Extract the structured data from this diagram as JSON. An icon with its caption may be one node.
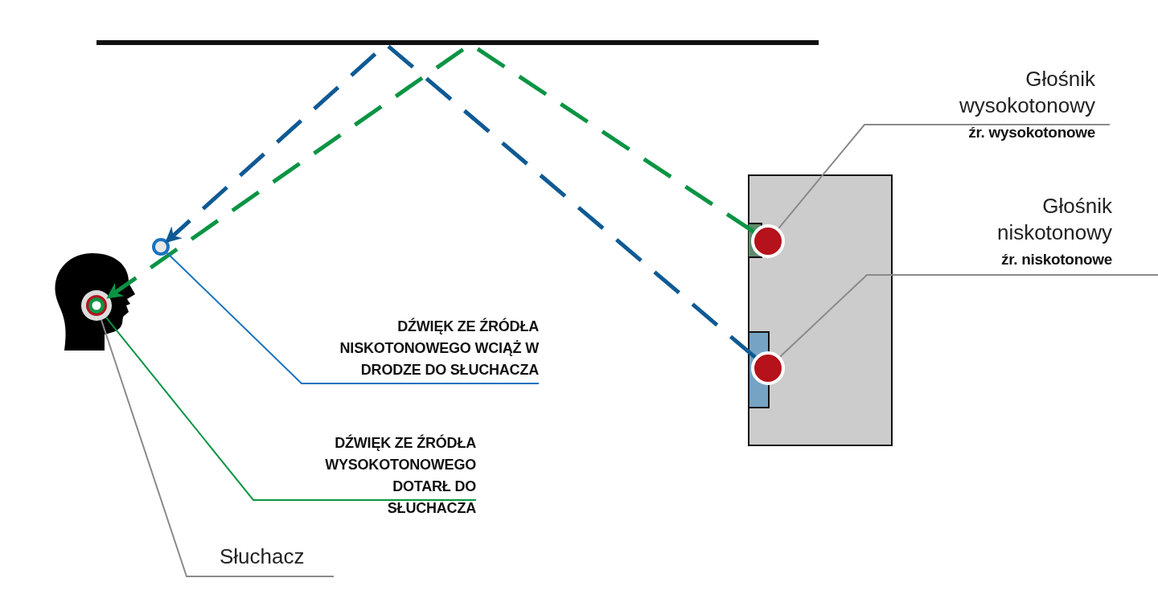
{
  "diagram": {
    "nodes": [
      {
        "text": [],
        "shape": "box"
      },
      {
        "text": [],
        "shape": "circle",
        "in": 0
      },
      {
        "text": [],
        "shape": "circle",
        "in": 0
      },
      {
        "text": [],
        "shape": "person"
      },
      {
        "text": [],
        "shape": "circle",
        "in": 3
      },
      {
        "text": [],
        "shape": "circle"
      },
      {
        "text": [
          "Głośnik wysokotonowy",
          "źr. wysokotonowe"
        ]
      },
      {
        "text": [
          "Głośnik niskotonowy",
          "źr. niskotonowe"
        ]
      },
      {
        "text": [
          "DŹWIĘK ZE ŹRÓDŁA NISKOTONOWEGO WCIĄŻ W DRODZE DO SŁUCHACZA"
        ]
      },
      {
        "text": [
          "DŹWIĘK ZE ŹRÓDŁA WYSOKOTONOWEGO DOTARŁ DO SŁUCHACZA"
        ]
      },
      {
        "text": [
          "Słuchacz"
        ]
      }
    ],
    "edges": [
      {
        "from": 1,
        "to": 4,
        "arrow": "to",
        "style": "dashed",
        "color": "#0a9444"
      },
      {
        "from": 2,
        "to": 5,
        "arrow": "to",
        "style": "dashed",
        "color": "#0f5a94"
      },
      {
        "from": 6,
        "to": 1,
        "arrow": "none"
      },
      {
        "from": 7,
        "to": 2,
        "arrow": "none"
      },
      {
        "from": 8,
        "to": 5,
        "arrow": "none",
        "color": "#1a73c0"
      },
      {
        "from": 9,
        "to": 4,
        "arrow": "none",
        "color": "#0a9444"
      },
      {
        "from": 10,
        "to": 4,
        "arrow": "none"
      }
    ]
  }
}
